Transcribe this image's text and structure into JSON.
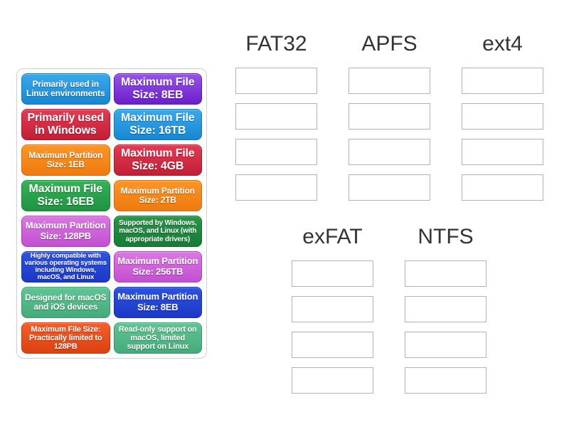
{
  "groups": [
    {
      "label": "FAT32",
      "slot_count": 4
    },
    {
      "label": "APFS",
      "slot_count": 4
    },
    {
      "label": "ext4",
      "slot_count": 4
    },
    {
      "label": "exFAT",
      "slot_count": 4
    },
    {
      "label": "NTFS",
      "slot_count": 4
    }
  ],
  "tiles": [
    {
      "text": "Primarily used in Linux environments",
      "color": "blue",
      "size": "md"
    },
    {
      "text": "Maximum File Size: 8EB",
      "color": "purple",
      "size": "xl"
    },
    {
      "text": "Primarily used in Windows",
      "color": "crimson",
      "size": "xl"
    },
    {
      "text": "Maximum File Size: 16TB",
      "color": "blue",
      "size": "xl"
    },
    {
      "text": "Maximum Partition Size: 1EB",
      "color": "orange",
      "size": "md"
    },
    {
      "text": "Maximum File Size: 4GB",
      "color": "crimson",
      "size": "xl"
    },
    {
      "text": "Maximum File Size: 16EB",
      "color": "green",
      "size": "xl"
    },
    {
      "text": "Maximum Partition Size: 2TB",
      "color": "orange",
      "size": "md"
    },
    {
      "text": "Maximum Partition Size: 128PB",
      "color": "orchid",
      "size": "lg"
    },
    {
      "text": "Supported by Windows, macOS, and Linux (with appropriate drivers)",
      "color": "forest",
      "size": "xsm"
    },
    {
      "text": "Highly compatible with various operating systems including Windows, macOS, and Linux",
      "color": "royal",
      "size": "xs"
    },
    {
      "text": "Maximum Partition Size: 256TB",
      "color": "orchid",
      "size": "lg"
    },
    {
      "text": "Designed for macOS and iOS devices",
      "color": "seafoam",
      "size": "md"
    },
    {
      "text": "Maximum Partition Size: 8EB",
      "color": "royal",
      "size": "lg"
    },
    {
      "text": "Maximum File Size: Practically limited to 128PB",
      "color": "vermilion",
      "size": "sm"
    },
    {
      "text": "Read-only support on macOS, limited support on Linux",
      "color": "seafoam",
      "size": "sm"
    }
  ],
  "palette": {
    "blue": {
      "top": "#3aa9ea",
      "bottom": "#1787d3",
      "border": "#1277bd"
    },
    "purple": {
      "top": "#9654e8",
      "bottom": "#6c1fc9",
      "border": "#5d18b0"
    },
    "crimson": {
      "top": "#e23b53",
      "bottom": "#c21f37",
      "border": "#a81a30"
    },
    "orange": {
      "top": "#fb9527",
      "bottom": "#ee7b0f",
      "border": "#d66d0c"
    },
    "green": {
      "top": "#35b257",
      "bottom": "#1e9440",
      "border": "#1a8038"
    },
    "orchid": {
      "top": "#da79e2",
      "bottom": "#c34fd1",
      "border": "#ad3fba"
    },
    "forest": {
      "top": "#2a9447",
      "bottom": "#167c37",
      "border": "#126b2f"
    },
    "royal": {
      "top": "#2d53e0",
      "bottom": "#1c38c6",
      "border": "#1730ab"
    },
    "seafoam": {
      "top": "#60c595",
      "bottom": "#44ab7a",
      "border": "#3a966b"
    },
    "vermilion": {
      "top": "#f35e2b",
      "bottom": "#dc4110",
      "border": "#c13a0e"
    }
  },
  "slot_border_color": "#b3b3b3",
  "header_text_color": "#333333"
}
